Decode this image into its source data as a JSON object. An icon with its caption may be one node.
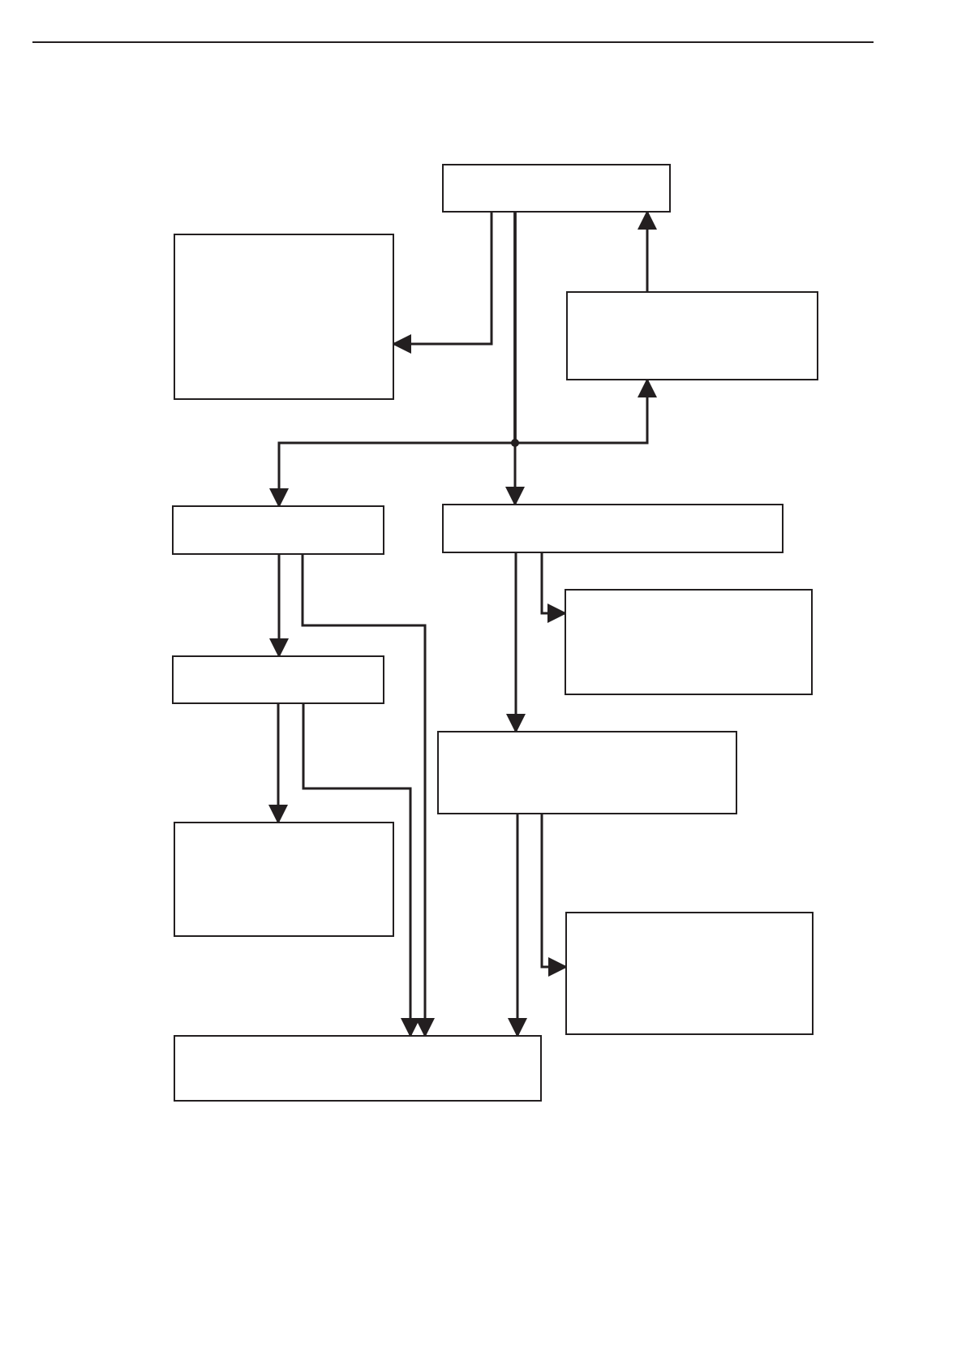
{
  "diagram": {
    "nodes": [
      {
        "text": [],
        "shape": "box"
      },
      {
        "text": [],
        "shape": "box"
      },
      {
        "text": [],
        "shape": "box"
      },
      {
        "text": [],
        "shape": "box"
      },
      {
        "text": [],
        "shape": "box"
      },
      {
        "text": [],
        "shape": "box"
      },
      {
        "text": [],
        "shape": "box"
      },
      {
        "text": [],
        "shape": "box"
      },
      {
        "text": [],
        "shape": "box"
      },
      {
        "text": [],
        "shape": "box"
      },
      {
        "text": [],
        "shape": "box"
      }
    ],
    "edges": [
      {
        "from": 0,
        "to": 1,
        "arrow": "to"
      },
      {
        "from": 0,
        "to": 3,
        "arrow": "to"
      },
      {
        "from": 0,
        "to": 4,
        "arrow": "to"
      },
      {
        "from": 0,
        "to": 2,
        "arrow": "to"
      },
      {
        "from": 2,
        "to": 0,
        "arrow": "to"
      },
      {
        "from": 3,
        "to": 6,
        "arrow": "to"
      },
      {
        "from": 3,
        "to": 10,
        "arrow": "to"
      },
      {
        "from": 6,
        "to": 8,
        "arrow": "to"
      },
      {
        "from": 6,
        "to": 10,
        "arrow": "to"
      },
      {
        "from": 4,
        "to": 7,
        "arrow": "to"
      },
      {
        "from": 4,
        "to": 5,
        "arrow": "to"
      },
      {
        "from": 7,
        "to": 10,
        "arrow": "to"
      },
      {
        "from": 7,
        "to": 9,
        "arrow": "to"
      }
    ]
  }
}
